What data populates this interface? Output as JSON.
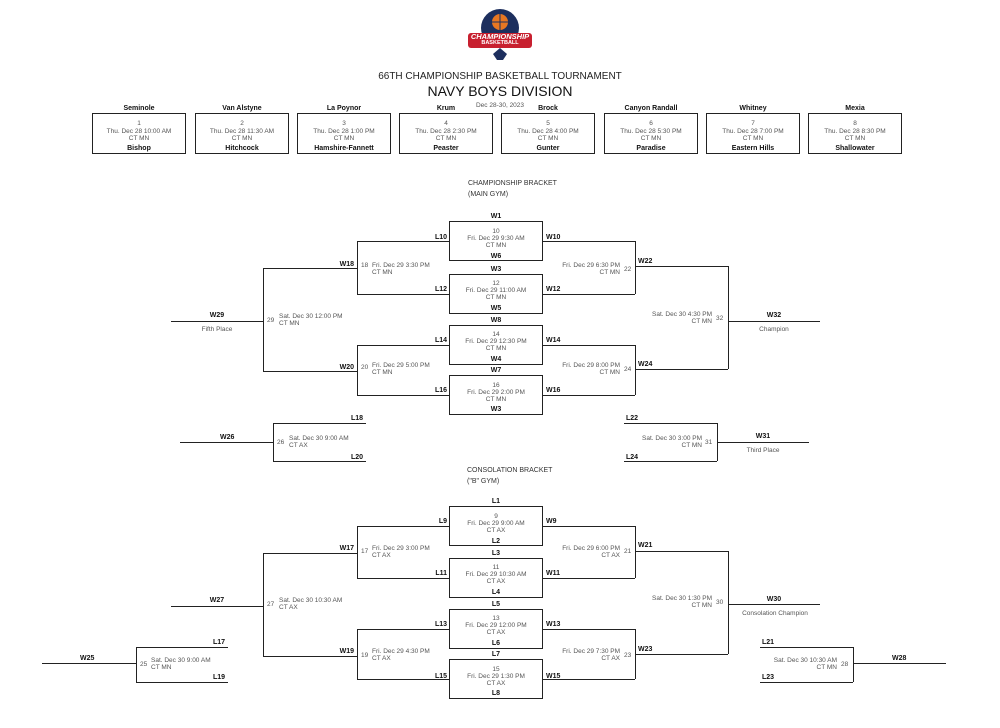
{
  "header": {
    "logo_line1": "CHAMPIONSHIP",
    "logo_line2": "BASKETBALL",
    "tournament": "66TH CHAMPIONSHIP BASKETBALL TOURNAMENT",
    "division": "NAVY BOYS DIVISION",
    "dates": "Dec 28-30, 2023"
  },
  "colors": {
    "logo_navy": "#1d2f5e",
    "logo_red": "#c8202f",
    "logo_orange": "#e87722"
  },
  "seeds": [
    {
      "top": "Seminole",
      "num": "1",
      "time": "Thu. Dec 28 10:00 AM",
      "tz": "CT MN",
      "bottom": "Bishop"
    },
    {
      "top": "Van Alstyne",
      "num": "2",
      "time": "Thu. Dec 28 11:30 AM",
      "tz": "CT MN",
      "bottom": "Hitchcock"
    },
    {
      "top": "La Poynor",
      "num": "3",
      "time": "Thu. Dec 28 1:00 PM",
      "tz": "CT MN",
      "bottom": "Hamshire-Fannett"
    },
    {
      "top": "Krum",
      "num": "4",
      "time": "Thu. Dec 28 2:30 PM",
      "tz": "CT MN",
      "bottom": "Peaster"
    },
    {
      "top": "Brock",
      "num": "5",
      "time": "Thu. Dec 28 4:00 PM",
      "tz": "CT MN",
      "bottom": "Gunter"
    },
    {
      "top": "Canyon Randall",
      "num": "6",
      "time": "Thu. Dec 28 5:30 PM",
      "tz": "CT MN",
      "bottom": "Paradise"
    },
    {
      "top": "Whitney",
      "num": "7",
      "time": "Thu. Dec 28 7:00 PM",
      "tz": "CT MN",
      "bottom": "Eastern Hills"
    },
    {
      "top": "Mexia",
      "num": "8",
      "time": "Thu. Dec 28 8:30 PM",
      "tz": "CT MN",
      "bottom": "Shallowater"
    }
  ],
  "championship": {
    "title": "CHAMPIONSHIP BRACKET",
    "venue": "(MAIN GYM)",
    "g10": {
      "top": "W1",
      "num": "10",
      "time": "Fri. Dec 29 9:30 AM",
      "tz": "CT MN",
      "bottom": "W6",
      "left": "L10",
      "right": "W10"
    },
    "g12": {
      "top": "W3",
      "num": "12",
      "time": "Fri. Dec 29 11:00 AM",
      "tz": "CT MN",
      "bottom": "W5",
      "left": "L12",
      "right": "W12"
    },
    "g14": {
      "top": "W8",
      "num": "14",
      "time": "Fri. Dec 29 12:30 PM",
      "tz": "CT MN",
      "bottom": "W4",
      "left": "L14",
      "right": "W14"
    },
    "g16": {
      "top": "W7",
      "num": "16",
      "time": "Fri. Dec 29 2:00 PM",
      "tz": "CT MN",
      "bottom": "W3",
      "left": "L16",
      "right": "W16"
    },
    "g18": {
      "num": "18",
      "time": "Fri. Dec 29 3:30 PM",
      "tz": "CT MN",
      "out": "W18"
    },
    "g20": {
      "num": "20",
      "time": "Fri. Dec 29 5:00 PM",
      "tz": "CT MN",
      "out": "W20"
    },
    "g22": {
      "num": "22",
      "time": "Fri. Dec 29 6:30 PM",
      "tz": "CT MN",
      "out": "W22"
    },
    "g24": {
      "num": "24",
      "time": "Fri. Dec 29 8:00 PM",
      "tz": "CT MN",
      "out": "W24"
    },
    "g29": {
      "num": "29",
      "time": "Sat. Dec 30 12:00 PM",
      "tz": "CT MN",
      "out": "W29",
      "place": "Fifth Place"
    },
    "g32": {
      "num": "32",
      "time": "Sat. Dec 30 4:30 PM",
      "tz": "CT MN",
      "out": "W32",
      "place": "Champion"
    },
    "g26": {
      "top": "L18",
      "bottom": "L20",
      "num": "26",
      "time": "Sat. Dec 30 9:00 AM",
      "tz": "CT AX",
      "out": "W26"
    },
    "g31": {
      "top": "L22",
      "bottom": "L24",
      "num": "31",
      "time": "Sat. Dec 30 3:00 PM",
      "tz": "CT MN",
      "out": "W31",
      "place": "Third Place"
    }
  },
  "consolation": {
    "title": "CONSOLATION BRACKET",
    "venue": "(\"B\" GYM)",
    "g9": {
      "top": "L1",
      "num": "9",
      "time": "Fri. Dec 29 9:00 AM",
      "tz": "CT AX",
      "bottom": "L2",
      "left": "L9",
      "right": "W9"
    },
    "g11": {
      "top": "L3",
      "num": "11",
      "time": "Fri. Dec 29 10:30 AM",
      "tz": "CT AX",
      "bottom": "L4",
      "left": "L11",
      "right": "W11"
    },
    "g13": {
      "top": "L5",
      "num": "13",
      "time": "Fri. Dec 29 12:00 PM",
      "tz": "CT AX",
      "bottom": "L6",
      "left": "L13",
      "right": "W13"
    },
    "g15": {
      "top": "L7",
      "num": "15",
      "time": "Fri. Dec 29 1:30 PM",
      "tz": "CT AX",
      "bottom": "L8",
      "left": "L15",
      "right": "W15"
    },
    "g17": {
      "num": "17",
      "time": "Fri. Dec 29 3:00 PM",
      "tz": "CT AX",
      "out": "W17"
    },
    "g19": {
      "num": "19",
      "time": "Fri. Dec 29 4:30 PM",
      "tz": "CT AX",
      "out": "W19"
    },
    "g21": {
      "num": "21",
      "time": "Fri. Dec 29 6:00 PM",
      "tz": "CT AX",
      "out": "W21"
    },
    "g23": {
      "num": "23",
      "time": "Fri. Dec 29 7:30 PM",
      "tz": "CT AX",
      "out": "W23"
    },
    "g27": {
      "num": "27",
      "time": "Sat. Dec 30 10:30 AM",
      "tz": "CT AX",
      "out": "W27"
    },
    "g30": {
      "num": "30",
      "time": "Sat. Dec 30 1:30 PM",
      "tz": "CT MN",
      "out": "W30",
      "place": "Consolation Champion"
    },
    "g25": {
      "top": "L17",
      "bottom": "L19",
      "num": "25",
      "time": "Sat. Dec 30 9:00 AM",
      "tz": "CT MN",
      "out": "W25"
    },
    "g28": {
      "top": "L21",
      "bottom": "L23",
      "num": "28",
      "time": "Sat. Dec 30 10:30 AM",
      "tz": "CT MN",
      "out": "W28"
    }
  }
}
